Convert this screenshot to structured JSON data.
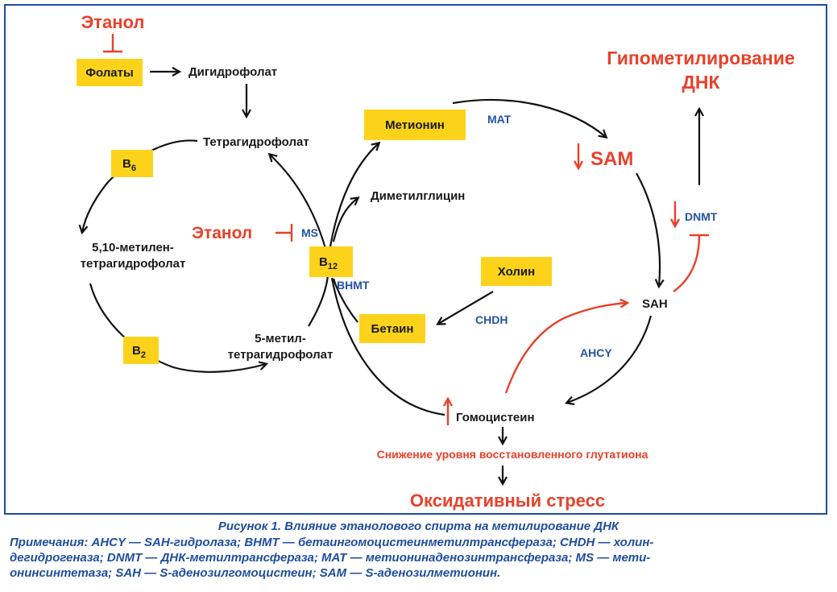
{
  "boxes": {
    "folates": "Фолаты",
    "methionine": "Метионин",
    "b6": "B",
    "b6_sub": "6",
    "b12": "B",
    "b12_sub": "12",
    "b2": "B",
    "b2_sub": "2",
    "choline": "Холин",
    "betaine": "Бетаин"
  },
  "labels": {
    "ethanol_top": "Этанол",
    "dihydrofolate": "Дигидрофолат",
    "tetrahydrofolate": "Тетрагидрофолат",
    "methylene_thf_1": "5,10-метилен-",
    "methylene_thf_2": "тетрагидрофолат",
    "methyl_thf_1": "5-метил-",
    "methyl_thf_2": "тетрагидрофолат",
    "dimethylglycine": "Диметилглицин",
    "ethanol_ms": "Этанол",
    "sam": "SAM",
    "sah": "SAH",
    "homocysteine": "Гомоцистеин",
    "hypomethylation_1": "Гипометилирование",
    "hypomethylation_2": "ДНК",
    "glutathione": "Снижение уровня восстановленного глутатиона",
    "oxidative_stress": "Оксидативный стресс"
  },
  "enzymes": {
    "mat": "MAT",
    "ms": "MS",
    "bhmt": "BHMT",
    "chdh": "CHDH",
    "ahcy": "AHCY",
    "dnmt": "DNMT"
  },
  "caption": {
    "title": "Рисунок 1. Влияние этанолового спирта на метилирование ДНК",
    "notes_line_1": "Примечания: AHCY — SAH-гидролаза; BHMT — бетаингомоцистеинметилтрансфераза; CHDH — холин-",
    "notes_line_2": "дегидрогеназа; DNMT — ДНК-метилтрансфераза; MAT — метионинаденозинтрансфераза; MS — мети-",
    "notes_line_3": "онинсинтетаза; SAH — S-аденозилгомоцистеин; SAM — S-аденозилметионин."
  },
  "colors": {
    "box_fill": "#fcd31a",
    "enzyme_blue": "#2453a6",
    "alert_red": "#e8412b",
    "frame_blue": "#1f4e9c"
  }
}
